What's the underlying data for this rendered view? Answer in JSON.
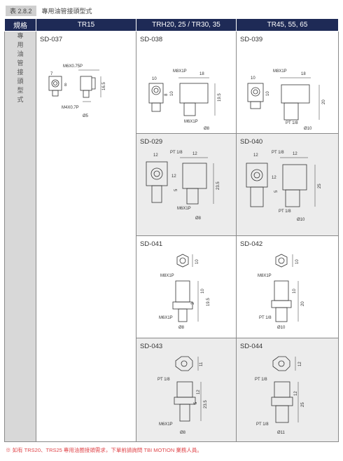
{
  "caption": {
    "tag": "表 2.8.2",
    "title": "專用油管接頭型式"
  },
  "headers": {
    "spec": "規格",
    "col1": "TR15",
    "col2": "TRH20, 25 / TR30, 35",
    "col3": "TR45, 55, 65"
  },
  "row_label": "專用油管接頭型式",
  "parts": {
    "sd037": {
      "code": "SD-037",
      "dims": [
        "M6X0.75P",
        "7",
        "8",
        "16.5",
        "M4X0.7P",
        "Ø5"
      ]
    },
    "sd038": {
      "code": "SD-038",
      "dims": [
        "10",
        "M8X1P",
        "18",
        "8",
        "10",
        "19.5",
        "M6X1P",
        "Ø8"
      ]
    },
    "sd039": {
      "code": "SD-039",
      "dims": [
        "10",
        "M8X1P",
        "18",
        "10",
        "20",
        "PT 1/8",
        "Ø10"
      ]
    },
    "sd029": {
      "code": "SD-029",
      "dims": [
        "12",
        "PT 1/8",
        "12",
        "12",
        "5",
        "23.5",
        "M6X1P",
        "Ø8"
      ]
    },
    "sd040": {
      "code": "SD-040",
      "dims": [
        "12",
        "PT 1/8",
        "12",
        "12",
        "5",
        "25",
        "PT 1/8",
        "Ø10"
      ]
    },
    "sd041": {
      "code": "SD-041",
      "dims": [
        "10",
        "M8X1P",
        "10",
        "3",
        "19.5",
        "M6X1P",
        "Ø8"
      ]
    },
    "sd042": {
      "code": "SD-042",
      "dims": [
        "10",
        "M8X1P",
        "10",
        "20",
        "PT 1/8",
        "Ø10"
      ]
    },
    "sd043": {
      "code": "SD-043",
      "dims": [
        "11",
        "PT 1/8",
        "12",
        "5",
        "23.5",
        "M6X1P",
        "Ø8"
      ]
    },
    "sd044": {
      "code": "SD-044",
      "dims": [
        "12",
        "PT 1/8",
        "12",
        "25",
        "PT 1/8",
        "Ø11"
      ]
    }
  },
  "footnote": "※ 如有 TRS20、TRS25 專用油圈接頭需求，下單前請詢問 TBI MOTION 業務人員。"
}
